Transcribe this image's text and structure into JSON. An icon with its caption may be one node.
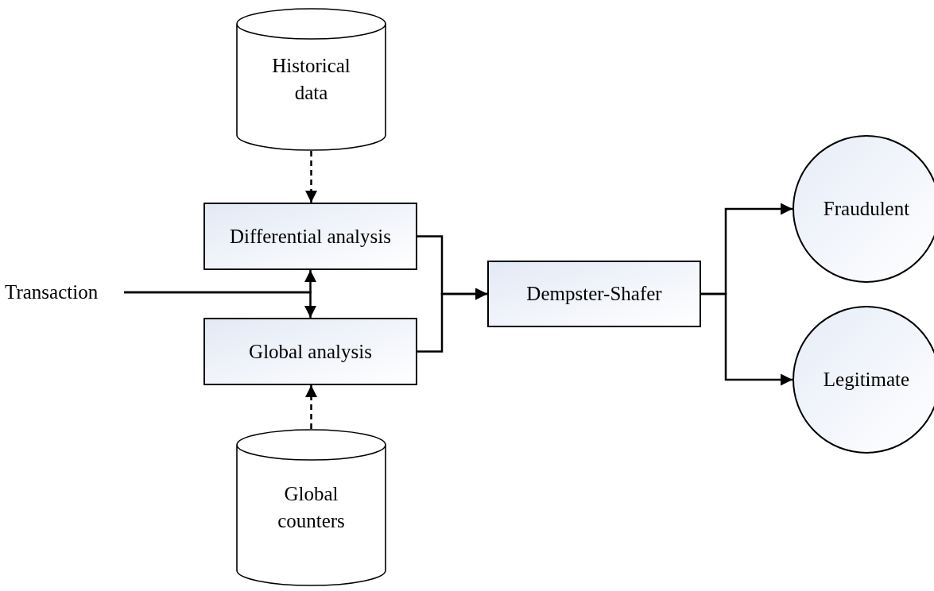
{
  "diagram": {
    "nodes": [
      {
        "text": [
          "Historical data"
        ]
      },
      {
        "text": [
          "Differential analysis"
        ]
      },
      {
        "text": [
          "Transaction"
        ]
      },
      {
        "text": [
          "Global analysis"
        ]
      },
      {
        "text": [
          "Global counters"
        ]
      },
      {
        "text": [
          "Dempster-Shafer"
        ]
      },
      {
        "text": [
          "Fraudulent"
        ]
      },
      {
        "text": [
          "Legitimate"
        ]
      }
    ],
    "edges": [
      {
        "from": 0,
        "to": 1,
        "arrow": "to",
        "style": "dashed"
      },
      {
        "from": 4,
        "to": 3,
        "arrow": "to",
        "style": "dashed"
      },
      {
        "from": 2,
        "to": 1,
        "arrow": "to"
      },
      {
        "from": 2,
        "to": 3,
        "arrow": "to"
      },
      {
        "from": 1,
        "to": 5,
        "arrow": "to"
      },
      {
        "from": 3,
        "to": 5,
        "arrow": "to"
      },
      {
        "from": 5,
        "to": 6,
        "arrow": "to"
      },
      {
        "from": 5,
        "to": 7,
        "arrow": "to"
      }
    ]
  }
}
